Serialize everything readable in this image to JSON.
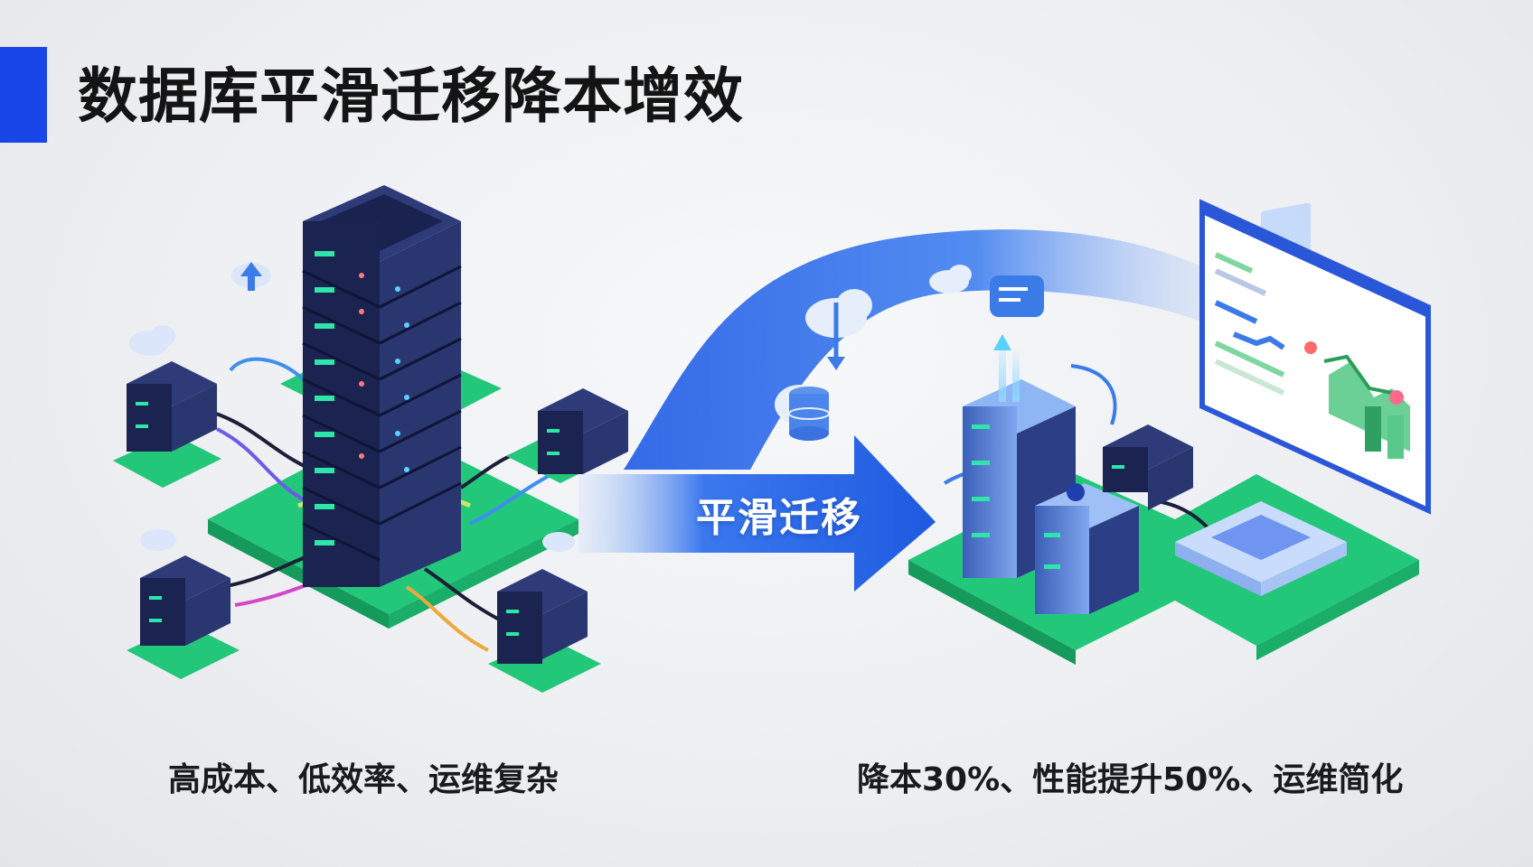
{
  "title": "数据库平滑迁移降本增效",
  "arrow_label": "平滑迁移",
  "left_caption": "高成本、低效率、运维复杂",
  "right_caption": "降本30%、性能提升50%、运维简化",
  "colors": {
    "accent": "#1846e8",
    "platform_green": "#22c77a",
    "server_navy": "#1f2a5e",
    "server_light": "#5a84d8",
    "arrow_blue": "#2f6fe8"
  },
  "icons": [
    "cloud-icon",
    "upload-arrow-icon",
    "database-icon",
    "chat-card-icon",
    "dashboard-icon"
  ]
}
